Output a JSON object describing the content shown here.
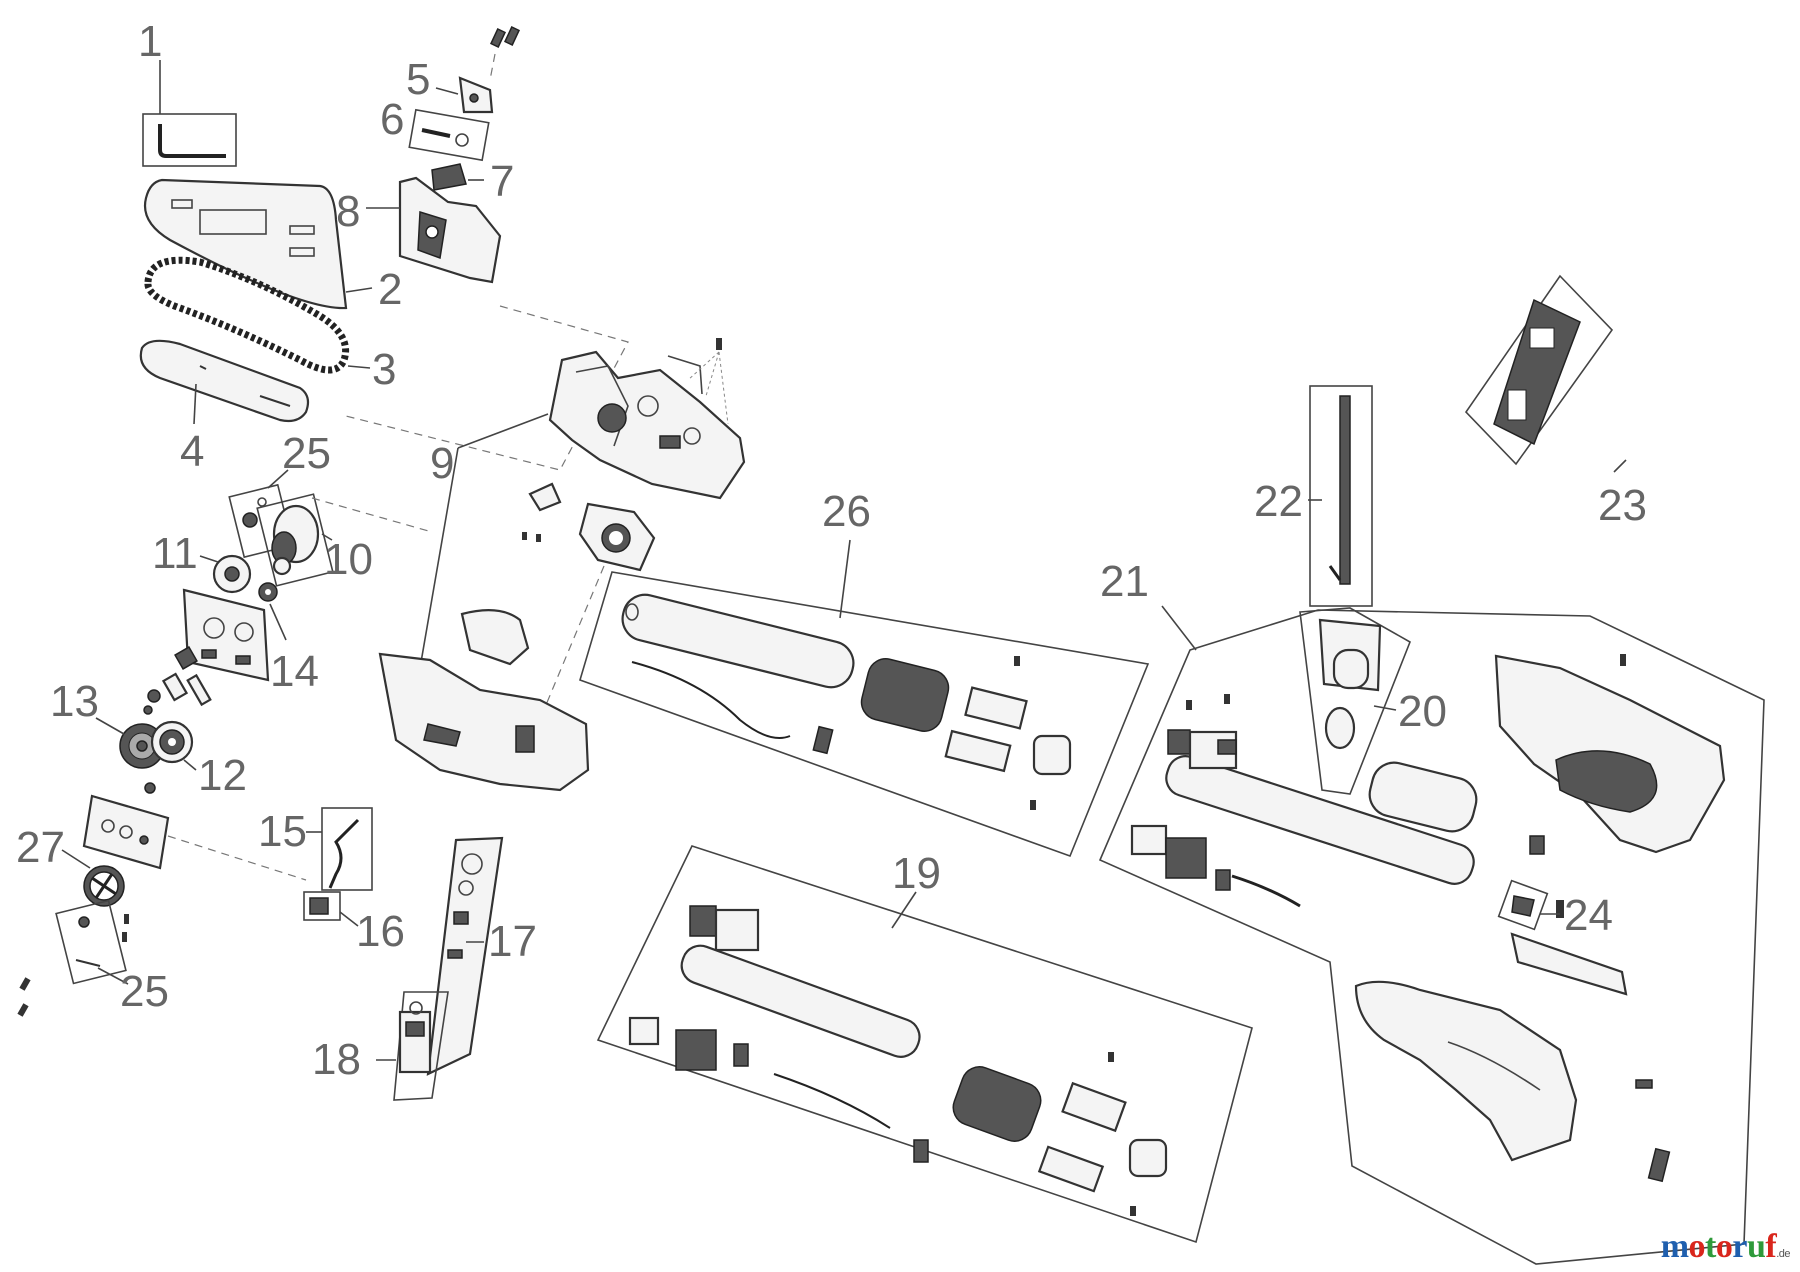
{
  "diagram": {
    "callouts": {
      "c1": "1",
      "c2": "2",
      "c3": "3",
      "c4": "4",
      "c5": "5",
      "c6": "6",
      "c7": "7",
      "c8": "8",
      "c9": "9",
      "c10": "10",
      "c11": "11",
      "c12": "12",
      "c13": "13",
      "c14": "14",
      "c15": "15",
      "c16": "16",
      "c17": "17",
      "c18": "18",
      "c19": "19",
      "c20": "20",
      "c21": "21",
      "c22": "22",
      "c23": "23",
      "c24": "24",
      "c25a": "25",
      "c25b": "25",
      "c26": "26",
      "c27": "27"
    }
  },
  "watermark": {
    "logo_text": "motoruf",
    "logo_suffix": ".de"
  }
}
